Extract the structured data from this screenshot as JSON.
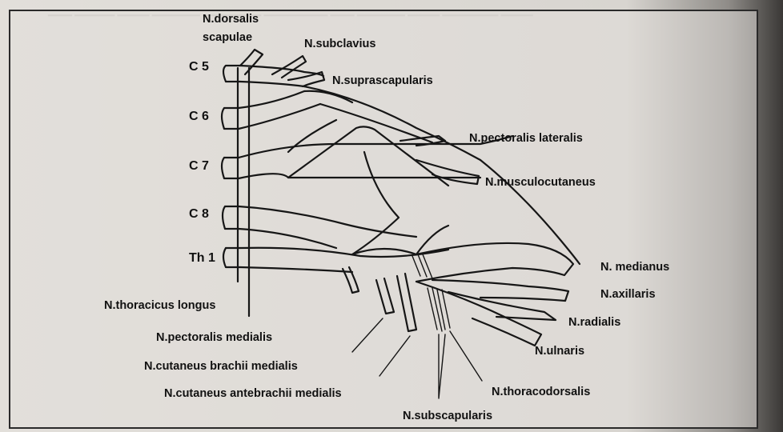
{
  "roots": {
    "c5": "C 5",
    "c6": "C 6",
    "c7": "C 7",
    "c8": "C 8",
    "th1": "Th 1"
  },
  "nerves": {
    "dorsalis_line1": "N.dorsalis",
    "dorsalis_line2": "scapulae",
    "subclavius": "N.subclavius",
    "suprascapularis": "N.suprascapularis",
    "pectoralis_lateralis": "N.pectoralis lateralis",
    "musculocutaneus": "N.musculocutaneus",
    "medianus": "N. medianus",
    "axillaris": "N.axillaris",
    "radialis": "N.radialis",
    "ulnaris": "N.ulnaris",
    "thoracicus_longus": "N.thoracicus longus",
    "pectoralis_medialis": "N.pectoralis medialis",
    "cutaneus_brachii_medialis": "N.cutaneus brachii medialis",
    "cutaneus_antebrachii_medialis": "N.cutaneus antebrachii medialis",
    "thoracodorsalis": "N.thoracodorsalis",
    "subscapularis": "N.subscapularis"
  },
  "colors": {
    "ink": "#161616",
    "paper": "#e2dfda",
    "frame": "#2a2a2a"
  }
}
